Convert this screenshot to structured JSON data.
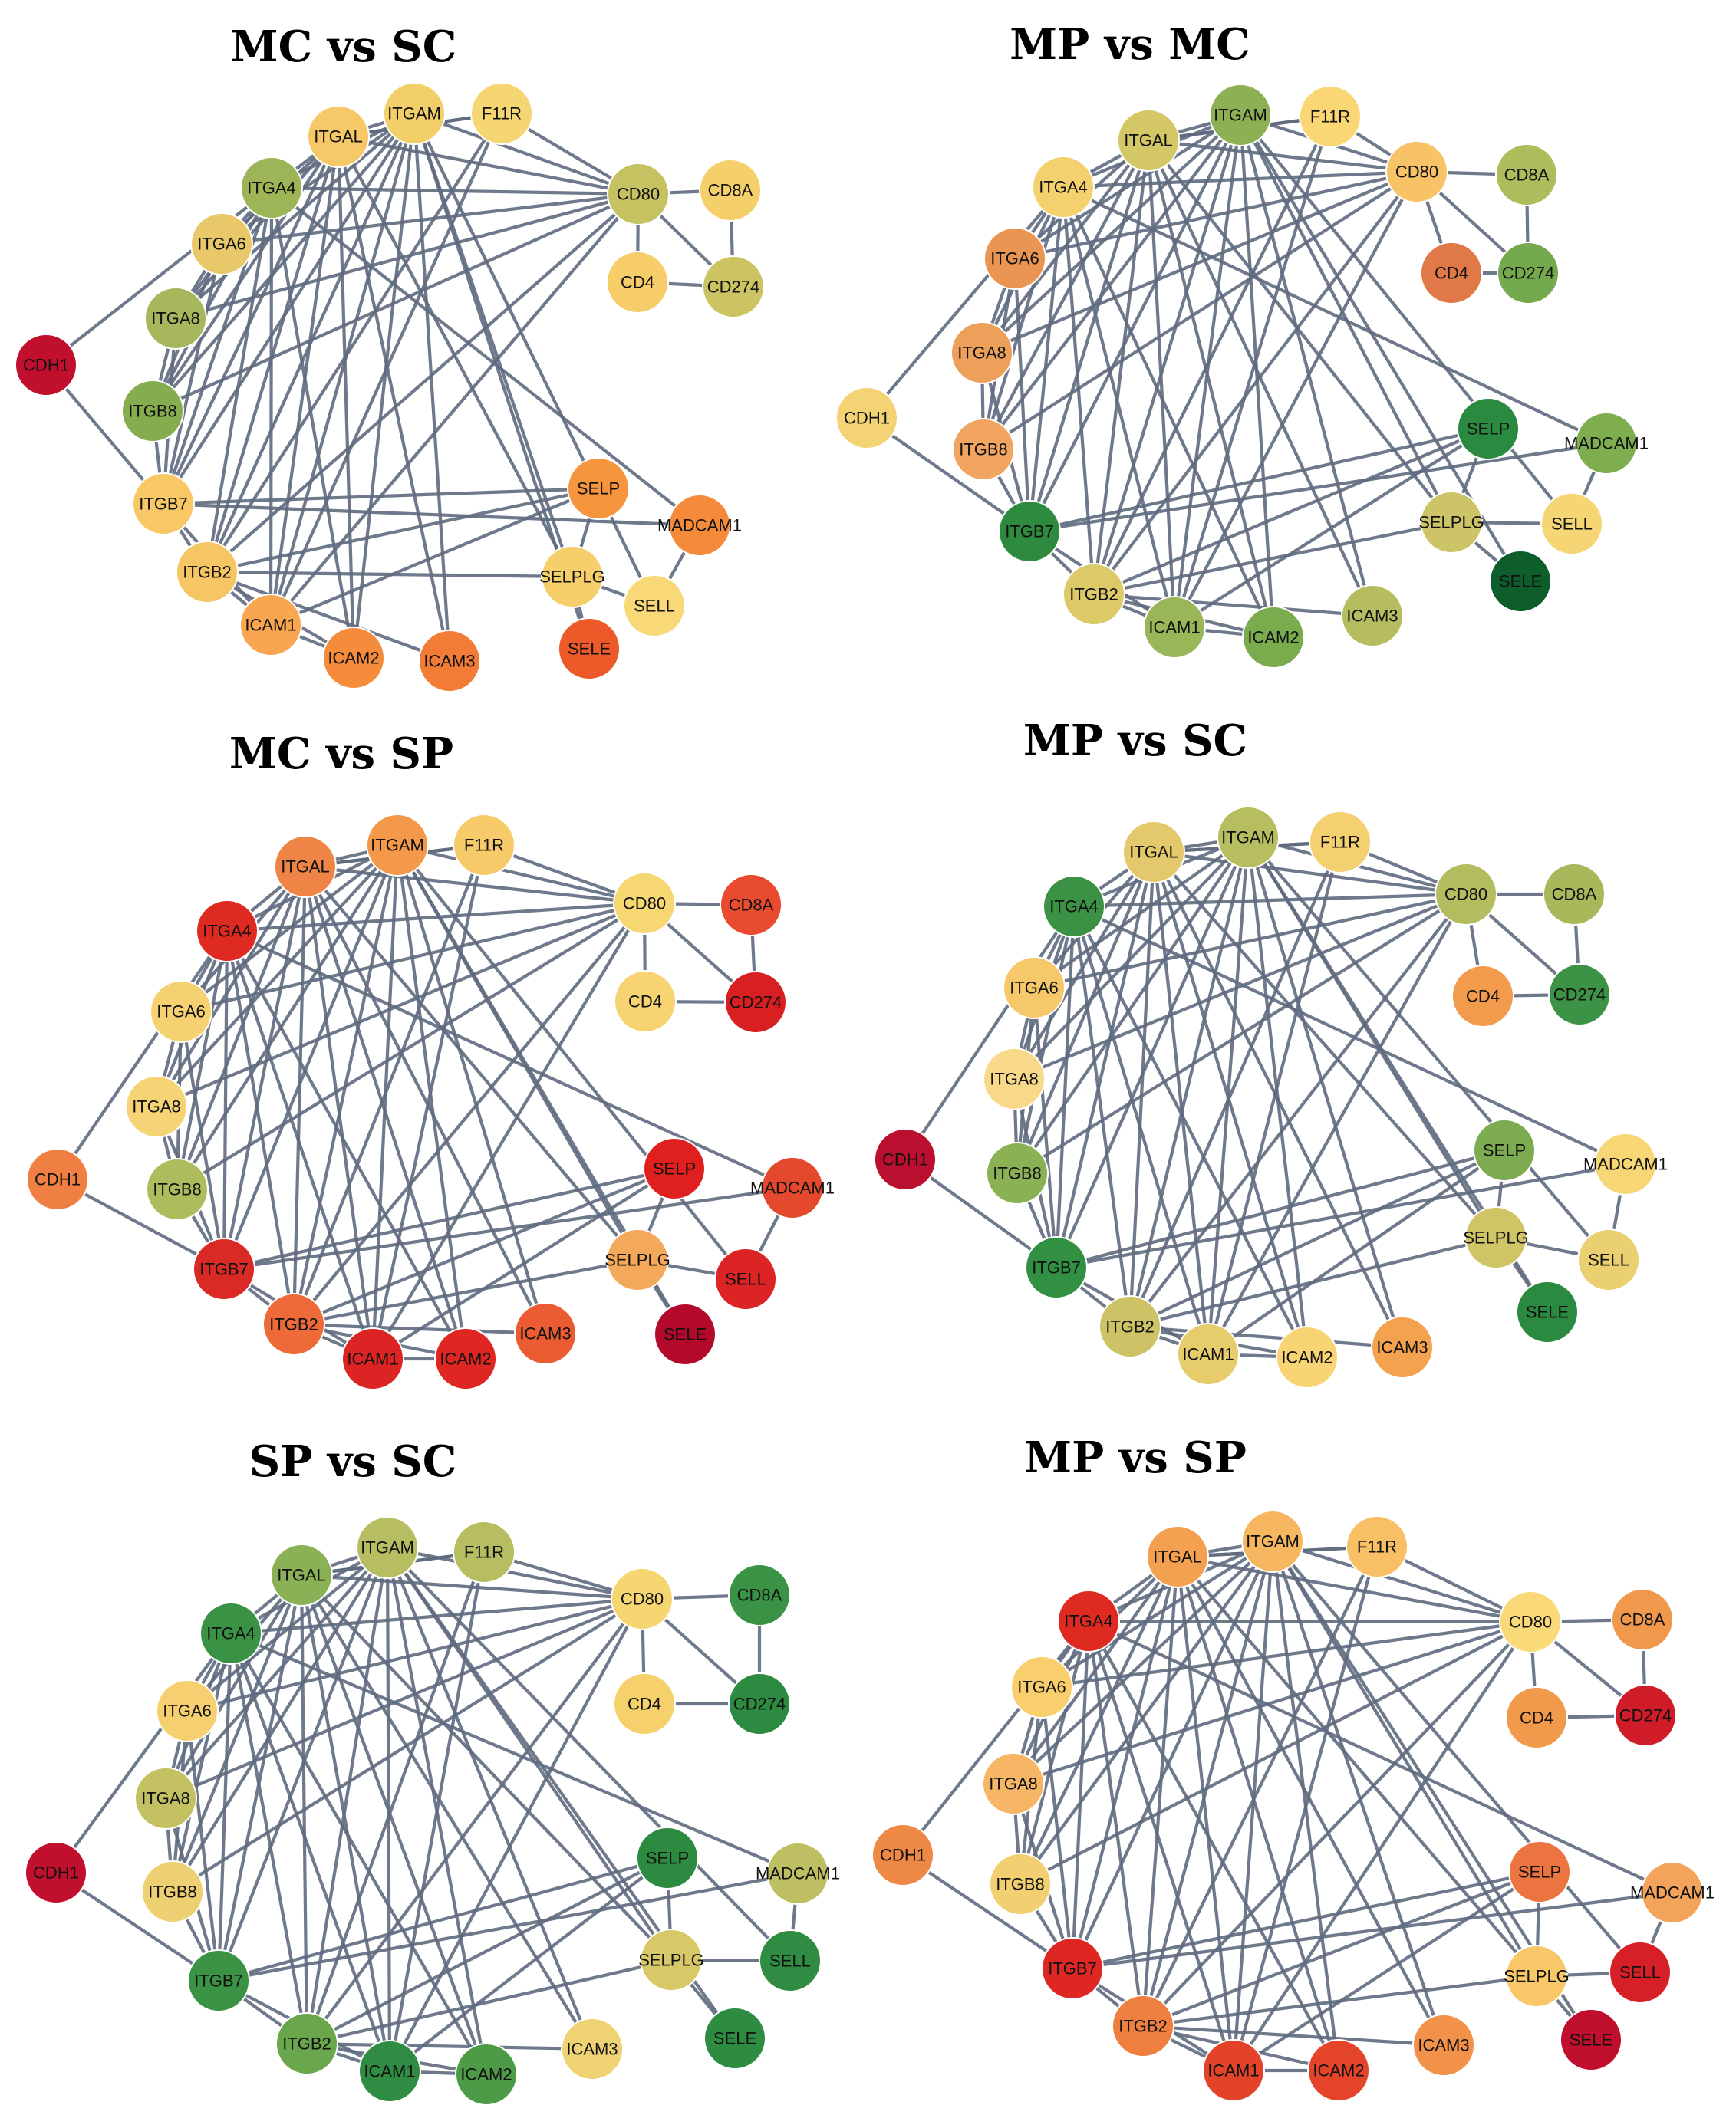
{
  "panels": [
    {
      "title": "MC vs SC",
      "colors": {
        "ITGAM": "#f3cf6a",
        "F11R": "#f6d673",
        "ITGAL": "#f6c867",
        "ITGA4": "#9db556",
        "CD80": "#c6c261",
        "CD8A": "#f4cf6a",
        "CD4": "#f7cd69",
        "CD274": "#ccc462",
        "ITGA6": "#e8c868",
        "ITGA8": "#a6b85b",
        "CDH1": "#c10f2e",
        "ITGB8": "#85ad50",
        "ITGB7": "#f8c766",
        "ITGB2": "#f6c665",
        "SELP": "#f7953f",
        "MADCAM1": "#f58a3a",
        "SELPLG": "#f6cf6b",
        "SELL": "#f9d878",
        "SELE": "#ec5a2a",
        "ICAM1": "#f8a650",
        "ICAM2": "#f48c3c",
        "ICAM3": "#f27c36"
      }
    },
    {
      "title": "MP vs MC",
      "colors": {
        "ITGAM": "#8db055",
        "F11R": "#fad774",
        "ITGAL": "#d4c866",
        "ITGA4": "#f5d06e",
        "CD80": "#f7c366",
        "CD8A": "#aebc5c",
        "CD4": "#e07848",
        "CD274": "#74aa4d",
        "ITGA6": "#ea9552",
        "ITGA8": "#eca05a",
        "CDH1": "#f4d374",
        "ITGB8": "#f1a560",
        "ITGB7": "#2d8a3f",
        "ITGB2": "#dcca69",
        "SELP": "#2a8a3f",
        "MADCAM1": "#7eae50",
        "SELPLG": "#ccc466",
        "SELL": "#f5d574",
        "SELE": "#0e5e2c",
        "ICAM1": "#99b658",
        "ICAM2": "#7aac4e",
        "ICAM3": "#b6bd60"
      }
    },
    {
      "title": "MC vs SP",
      "colors": {
        "ITGAM": "#f49849",
        "F11R": "#f8cb6a",
        "ITGAL": "#ee8446",
        "ITGA4": "#df2a22",
        "CD80": "#f6d772",
        "CD8A": "#e84b2d",
        "CD4": "#f8d372",
        "CD274": "#d81f22",
        "ITGA6": "#f5d172",
        "ITGA8": "#f6d476",
        "CDH1": "#ef7f42",
        "ITGB8": "#aebc5e",
        "ITGB7": "#da2a26",
        "ITGB2": "#ee6a38",
        "SELP": "#e0201f",
        "MADCAM1": "#e5492d",
        "SELPLG": "#f4a85a",
        "SELL": "#dd2424",
        "SELE": "#b3092a",
        "ICAM1": "#dd2424",
        "ICAM2": "#df2622",
        "ICAM3": "#ec5c33"
      }
    },
    {
      "title": "MP vs SC",
      "colors": {
        "ITGAM": "#b6be60",
        "F11R": "#f4d070",
        "ITGAL": "#e3c96b",
        "ITGA4": "#3b9244",
        "CD80": "#b3bc5f",
        "CD8A": "#a9b85b",
        "CD4": "#f29b4c",
        "CD274": "#3d9345",
        "ITGA6": "#f6c86a",
        "ITGA8": "#f8d98a",
        "CDH1": "#ba0f2e",
        "ITGB8": "#8ab154",
        "ITGB7": "#329043",
        "ITGB2": "#cdc366",
        "SELP": "#7dab4f",
        "MADCAM1": "#f7d676",
        "SELPLG": "#cfc567",
        "SELL": "#ead070",
        "SELE": "#2a8a40",
        "ICAM1": "#e7cc6c",
        "ICAM2": "#f8d475",
        "ICAM3": "#f4a250"
      }
    },
    {
      "title": "SP vs SC",
      "colors": {
        "ITGAM": "#b7bd61",
        "F11R": "#b7bd61",
        "ITGAL": "#8bb156",
        "ITGA4": "#3a9345",
        "CD80": "#f6d670",
        "CD8A": "#3a9244",
        "CD4": "#f6d16b",
        "CD274": "#2c8b40",
        "ITGA6": "#f6d070",
        "ITGA8": "#c3c162",
        "CDH1": "#c10f2e",
        "ITGB8": "#edd072",
        "ITGB7": "#3a9244",
        "ITGB2": "#6aa64c",
        "SELP": "#2c8b40",
        "MADCAM1": "#bdbf62",
        "SELPLG": "#d8c868",
        "SELL": "#2f8c42",
        "SELE": "#2e8c41",
        "ICAM1": "#2f8c42",
        "ICAM2": "#4d9b47",
        "ICAM3": "#efd274"
      }
    },
    {
      "title": "MP vs SP",
      "colors": {
        "ITGAM": "#f6b760",
        "F11R": "#f8bf64",
        "ITGAL": "#f3a050",
        "ITGA4": "#df2a22",
        "CD80": "#f9d978",
        "CD8A": "#f0994c",
        "CD4": "#f29a4c",
        "CD274": "#cf1c28",
        "ITGA6": "#f8cf6c",
        "ITGA8": "#f7b566",
        "CDH1": "#ee8945",
        "ITGB8": "#f2d072",
        "ITGB7": "#de2623",
        "ITGB2": "#ee7f3e",
        "SELP": "#ec7440",
        "MADCAM1": "#f4a45a",
        "SELPLG": "#f8c768",
        "SELL": "#d71f27",
        "SELE": "#bf0f2d",
        "ICAM1": "#e34328",
        "ICAM2": "#e4442a",
        "ICAM3": "#f2914a"
      }
    }
  ],
  "nodes": [
    "ITGAM",
    "F11R",
    "ITGAL",
    "ITGA4",
    "CD80",
    "CD8A",
    "CD4",
    "CD274",
    "ITGA6",
    "ITGA8",
    "CDH1",
    "ITGB8",
    "ITGB7",
    "ITGB2",
    "SELP",
    "MADCAM1",
    "SELPLG",
    "SELL",
    "SELE",
    "ICAM1",
    "ICAM2",
    "ICAM3"
  ],
  "edges": [
    [
      "CD80",
      "CD8A"
    ],
    [
      "CD80",
      "CD4"
    ],
    [
      "CD80",
      "CD274"
    ],
    [
      "CD8A",
      "CD274"
    ],
    [
      "CD4",
      "CD274"
    ],
    [
      "SELP",
      "SELPLG"
    ],
    [
      "SELPLG",
      "SELE"
    ],
    [
      "SELPLG",
      "SELL"
    ],
    [
      "SELL",
      "MADCAM1"
    ],
    [
      "ITGB7",
      "MADCAM1"
    ],
    [
      "ITGA4",
      "MADCAM1"
    ],
    [
      "CDH1",
      "ITGA4"
    ],
    [
      "CDH1",
      "ITGB7"
    ],
    [
      "ITGAL",
      "ICAM1"
    ],
    [
      "ITGAL",
      "ICAM2"
    ],
    [
      "ITGAL",
      "ICAM3"
    ],
    [
      "ITGAL",
      "ITGB2"
    ],
    [
      "ITGAL",
      "CD80"
    ],
    [
      "ITGAL",
      "ITGAM"
    ],
    [
      "ITGAL",
      "ITGA4"
    ],
    [
      "ITGAL",
      "ITGB8"
    ],
    [
      "ITGAL",
      "ITGB7"
    ],
    [
      "ITGAL",
      "ITGA6"
    ],
    [
      "ITGAL",
      "ITGA8"
    ],
    [
      "ITGAL",
      "F11R"
    ],
    [
      "ITGAM",
      "ICAM1"
    ],
    [
      "ITGAM",
      "ICAM2"
    ],
    [
      "ITGAM",
      "ICAM3"
    ],
    [
      "ITGAM",
      "ITGB2"
    ],
    [
      "ITGAM",
      "CD80"
    ],
    [
      "ITGAM",
      "ITGA4"
    ],
    [
      "ITGAM",
      "ITGB7"
    ],
    [
      "ITGAM",
      "ITGB8"
    ],
    [
      "ITGAM",
      "ITGA6"
    ],
    [
      "ITGAM",
      "ITGA8"
    ],
    [
      "ITGAM",
      "SELPLG"
    ],
    [
      "ITGAM",
      "SELE"
    ],
    [
      "F11R",
      "ITGAL"
    ],
    [
      "F11R",
      "ITGB2"
    ],
    [
      "F11R",
      "ICAM1"
    ],
    [
      "F11R",
      "CD80"
    ],
    [
      "ITGA4",
      "ITGB7"
    ],
    [
      "ITGA4",
      "ITGB8"
    ],
    [
      "ITGA4",
      "ITGA6"
    ],
    [
      "ITGA4",
      "ITGA8"
    ],
    [
      "ITGA4",
      "ITGB2"
    ],
    [
      "ITGA4",
      "ICAM1"
    ],
    [
      "ITGA4",
      "CD80"
    ],
    [
      "ITGA4",
      "ICAM2"
    ],
    [
      "ITGA6",
      "ITGB7"
    ],
    [
      "ITGA6",
      "ITGB8"
    ],
    [
      "ITGA6",
      "ITGA8"
    ],
    [
      "ITGA6",
      "CD80"
    ],
    [
      "ITGA8",
      "ITGB7"
    ],
    [
      "ITGA8",
      "ITGB8"
    ],
    [
      "ITGA8",
      "CD80"
    ],
    [
      "ITGB8",
      "ITGB7"
    ],
    [
      "ITGB8",
      "CD80"
    ],
    [
      "ITGB7",
      "ITGB2"
    ],
    [
      "ITGB7",
      "SELP"
    ],
    [
      "ITGB7",
      "ICAM1"
    ],
    [
      "ITGB2",
      "ICAM1"
    ],
    [
      "ITGB2",
      "ICAM2"
    ],
    [
      "ITGB2",
      "ICAM3"
    ],
    [
      "ITGB2",
      "SELPLG"
    ],
    [
      "ITGB2",
      "CD80"
    ],
    [
      "ITGB2",
      "SELP"
    ],
    [
      "ICAM1",
      "ICAM2"
    ],
    [
      "ICAM1",
      "CD80"
    ],
    [
      "ICAM1",
      "SELP"
    ],
    [
      "SELPLG",
      "ITGAL"
    ],
    [
      "SELL",
      "ITGAM"
    ]
  ]
}
